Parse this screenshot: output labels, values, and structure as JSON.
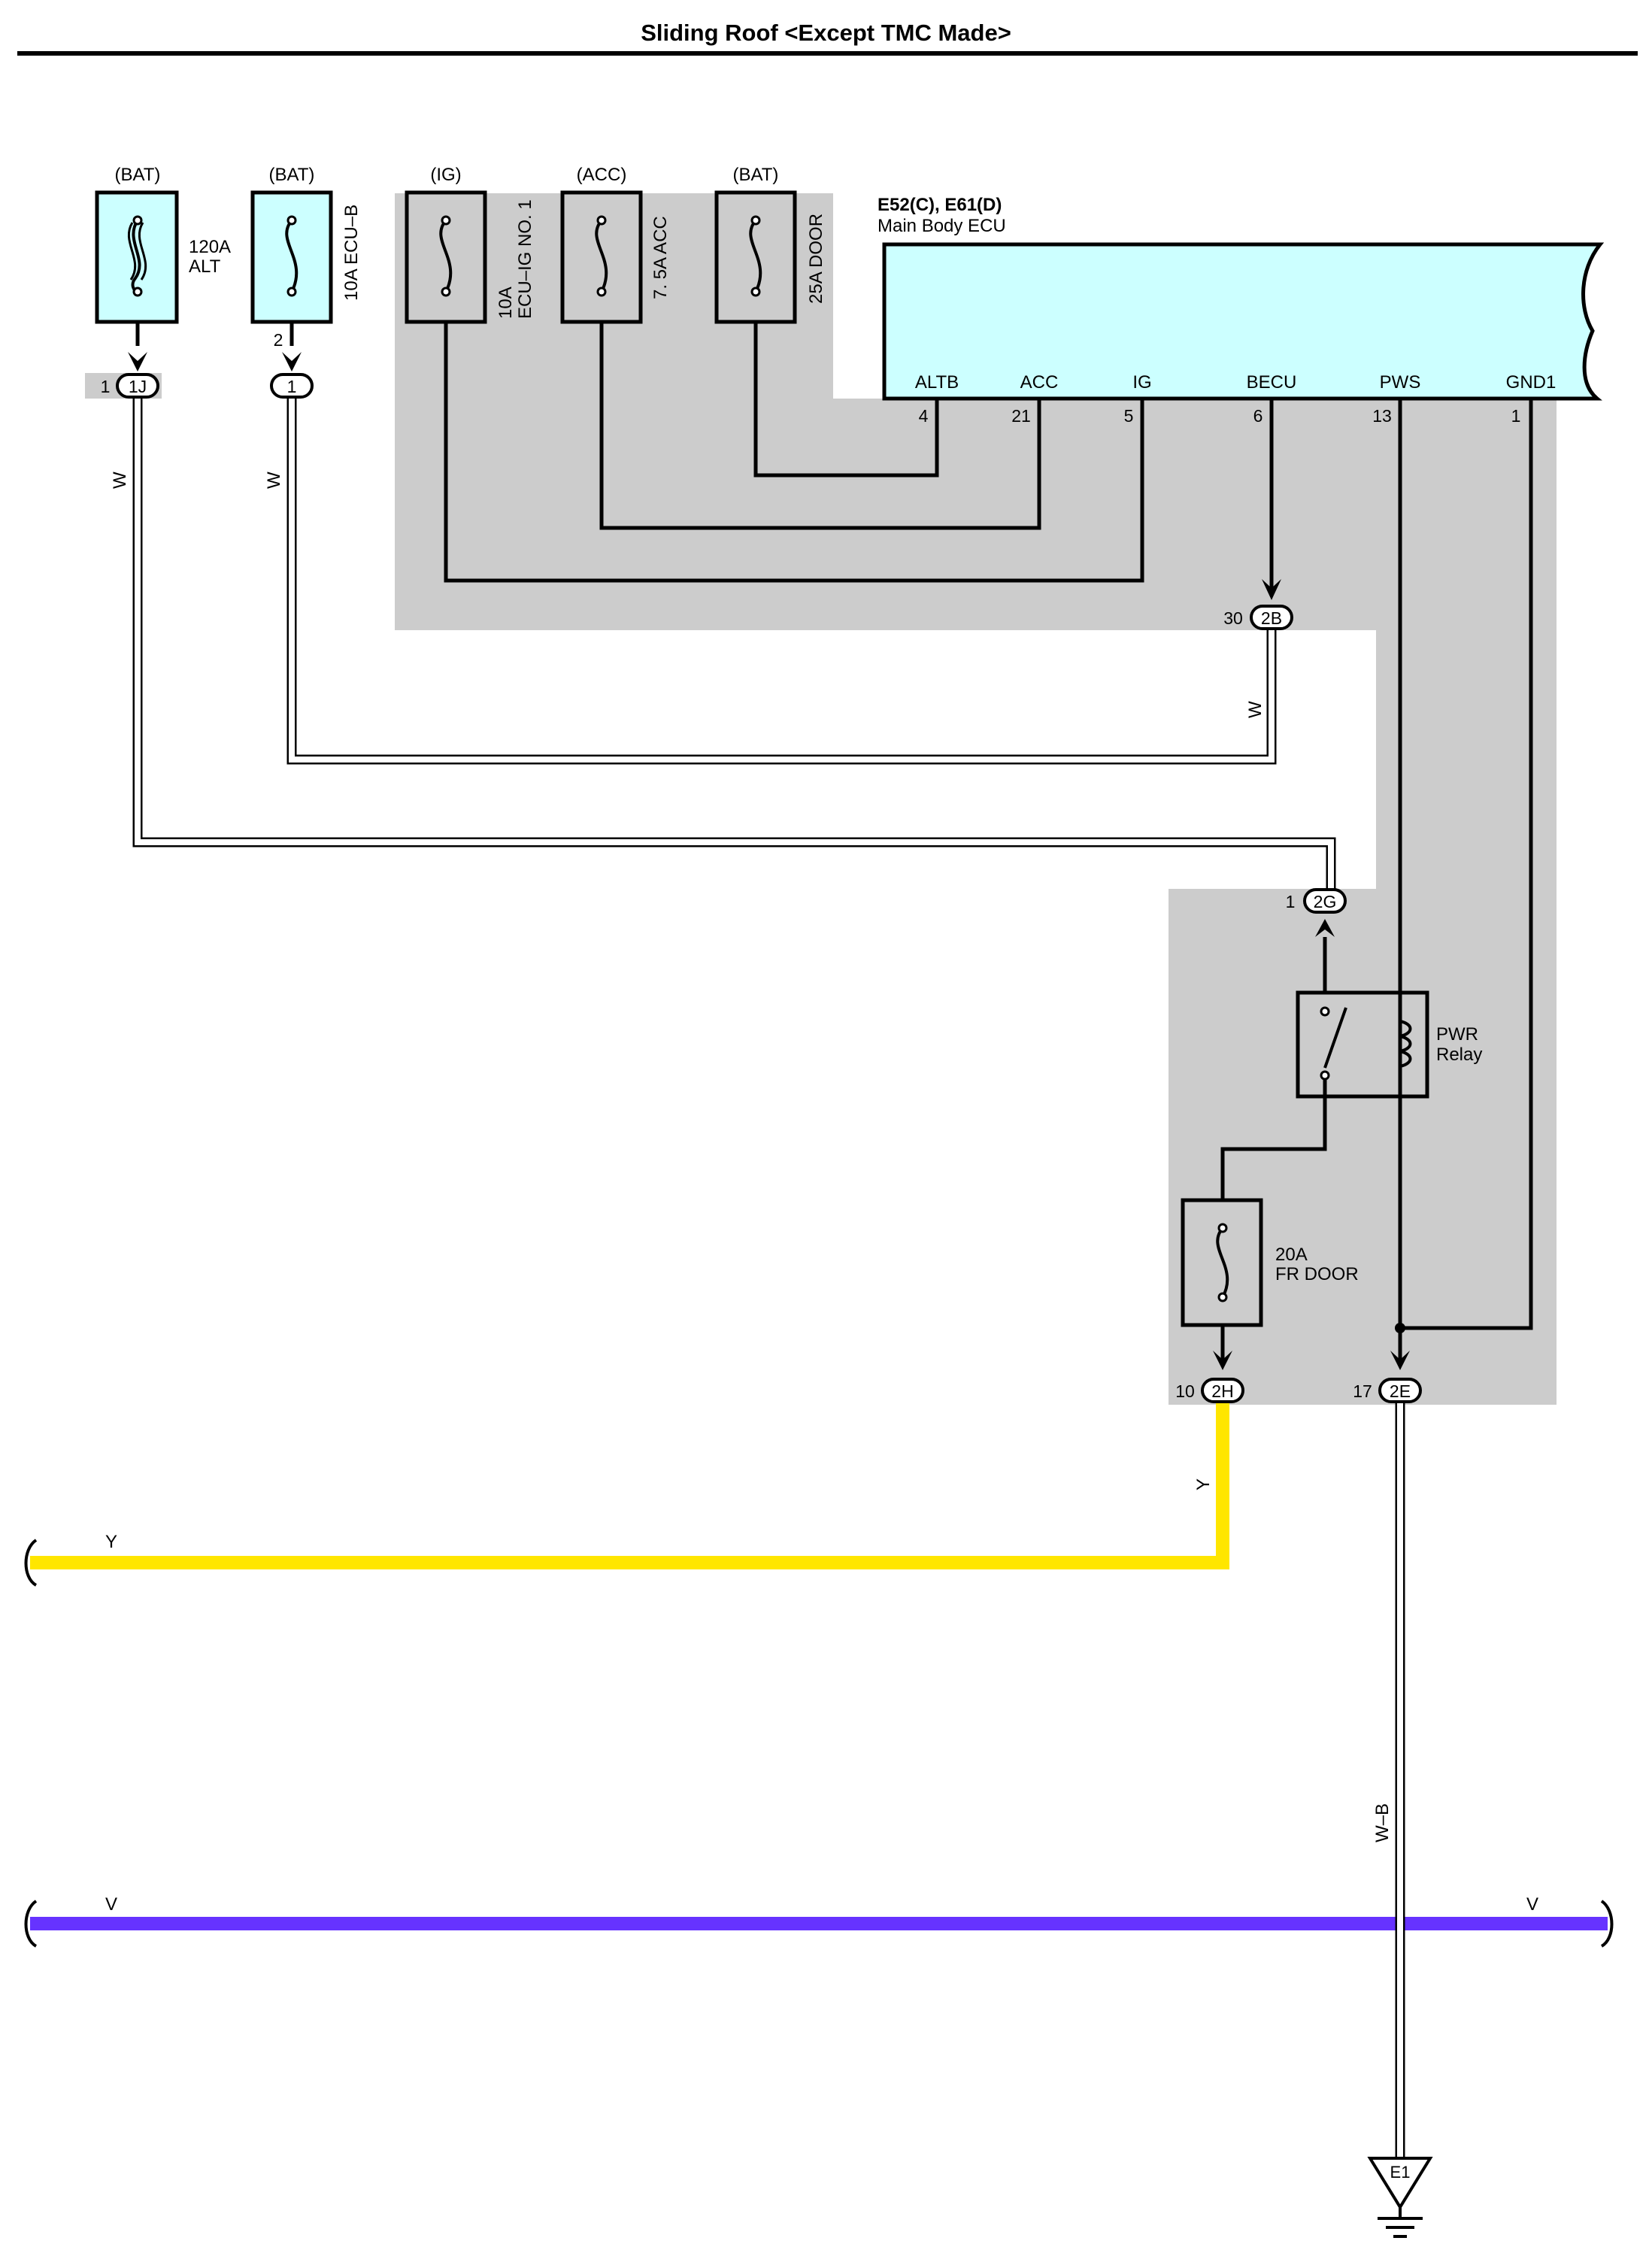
{
  "title": "Sliding Roof <Except TMC Made>",
  "fuses": [
    {
      "source": "(BAT)",
      "rating": "120A",
      "name": "ALT",
      "connector": "1J",
      "pin": "1",
      "wire": "W"
    },
    {
      "source": "(BAT)",
      "label": "10A ECU–B",
      "connector": "1",
      "pin": "2",
      "wire": "W"
    },
    {
      "source": "(IG)",
      "rating": "10A",
      "name": "ECU–IG NO. 1"
    },
    {
      "source": "(ACC)",
      "label": "7. 5A ACC"
    },
    {
      "source": "(BAT)",
      "label": "25A DOOR"
    }
  ],
  "ecu": {
    "code": "E52(C), E61(D)",
    "name": "Main Body ECU",
    "terminals": [
      {
        "name": "ALTB",
        "pin": "4"
      },
      {
        "name": "ACC",
        "pin": "21"
      },
      {
        "name": "IG",
        "pin": "5"
      },
      {
        "name": "BECU",
        "pin": "6"
      },
      {
        "name": "PWS",
        "pin": "13"
      },
      {
        "name": "GND1",
        "pin": "1"
      }
    ]
  },
  "connectors": {
    "c2B": {
      "id": "2B",
      "pin": "30",
      "wire": "W"
    },
    "c2G": {
      "id": "2G",
      "pin": "1"
    },
    "c2H": {
      "id": "2H",
      "pin": "10",
      "wire": "Y"
    },
    "c2E": {
      "id": "2E",
      "pin": "17",
      "wire": "W–B"
    }
  },
  "relay": {
    "line1": "PWR",
    "line2": "Relay"
  },
  "fr_fuse": {
    "rating": "20A",
    "name": "FR DOOR"
  },
  "bus_wires": {
    "yellow": "Y",
    "violet_left": "V",
    "violet_right": "V"
  },
  "ground": {
    "label": "E1"
  },
  "colors": {
    "junction_shade": "#cccccc",
    "fuse_fill": "#ccffff",
    "ecu_fill": "#ccffff",
    "wire_yellow": "#ffe600",
    "wire_violet": "#6633ff",
    "line": "#000000"
  }
}
